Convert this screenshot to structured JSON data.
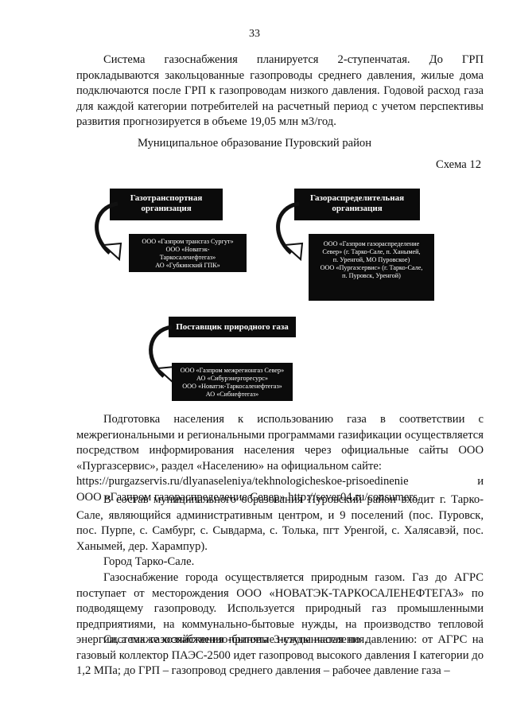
{
  "page": {
    "number": "33"
  },
  "intro_paragraph": "Система газоснабжения планируется 2-ступенчатая. До ГРП прокладываются закольцованные газопроводы среднего давления, жилые дома подключаются после ГРП к газопроводам низкого давления. Годовой расход газа для каждой категории потребителей на расчетный период с учетом перспективы развития прогнозируется в объеме 19,05 млн м3/год.",
  "caption": "Муниципальное образование Пуровский район",
  "scheme_label": "Схема 12",
  "diagram": {
    "gas_transport": {
      "title": [
        "Газотранспортная",
        "организация"
      ],
      "items": [
        "ООО «Газпром трансгаз Сургут»",
        "ООО «Новатэк-",
        "Таркосаленефтегаз»",
        "АО «Губкинский ГПК»"
      ]
    },
    "gas_distribution": {
      "title": [
        "Газораспределительная",
        "организация"
      ],
      "items": [
        "ООО «Газпром газораспределение",
        "Север» (г. Тарко-Сале, п. Ханымей,",
        "п. Уренгой, МО Пуровское)",
        "ООО «Пургазсервис» (г. Тарко-Сале,",
        "п. Пуровск, Уренгой)"
      ]
    },
    "gas_supplier": {
      "title": [
        "Поставщик природного газа"
      ],
      "items": [
        "ООО «Газпром межрегионгаз Север»",
        "АО «Сибурэнергоресурс»",
        "ООО «Новатэк-Таркосаленефтегаз»",
        "АО «Сибнефтегаз»"
      ]
    }
  },
  "paragraphs": {
    "p1_text": "Подготовка населения к использованию газа в соответствии с межрегиональными и региональными программами газификации осуществляется посредством информирования населения через официальные сайты ООО «Пургазсервис», раздел «Населению» на официальном сайте:",
    "p1_url": "https://purgazservis.ru/dlyanaseleniya/tekhnologicheskoe-prisoedinenie",
    "p1_and": "и",
    "p1_tail": "ООО «Газпром газораспределение Север» http://sever04.ru/consumers.",
    "p2": "В состав муниципального образования Пуровский район входит г. Тарко-Сале, являющийся административным центром, и 9 поселений (пос. Пуровск, пос. Пурпе, с. Самбург, с. Сывдарма, с. Толька, пгт Уренгой, с. Халясавэй, пос. Ханымей, дер. Харампур).",
    "p3": "Город Тарко-Сале.",
    "p4": "Газоснабжение города осуществляется природным газом. Газ до АГРС поступает от месторождения ООО «НОВАТЭК-ТАРКОСАЛЕНЕФТЕГАЗ» по подводящему газопроводу. Используется природный газ промышленными предприятиями, на коммунально-бытовые нужды, на производство тепловой энергии, а также хозяйственно-бытовые нужды населения.",
    "p5": "Система газоснабжения принята 3-ступенчатая по давлению: от АГРС на газовый коллектор ПАЭС-2500 идет газопровод высокого давления I категории до 1,2 МПа; до ГРП – газопровод среднего давления – рабочее давление газа –"
  }
}
